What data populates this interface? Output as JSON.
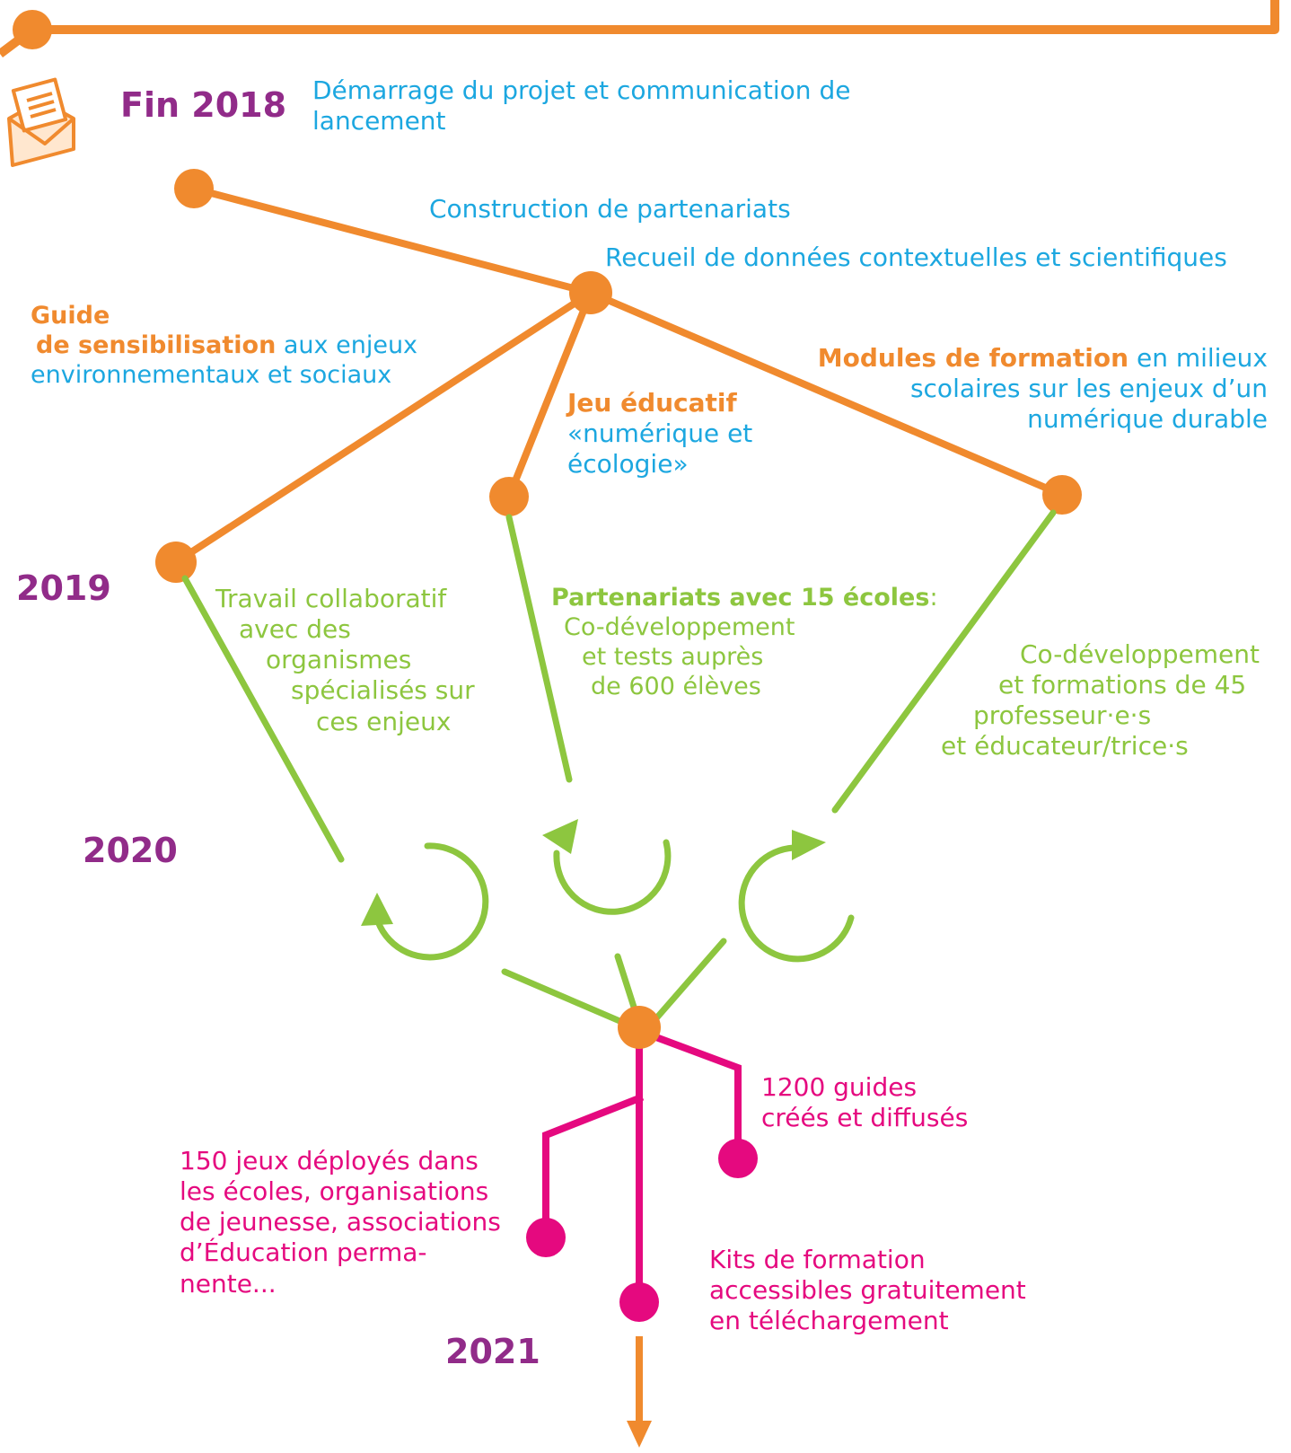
{
  "years": {
    "y2018": "Fin 2018",
    "y2019": "2019",
    "y2020": "2020",
    "y2021": "2021"
  },
  "phase1": {
    "start": "Démarrage du projet et communication de lancement",
    "partnerships": "Construction de partenariats",
    "data": "Recueil de données contextuelles et scientifiques"
  },
  "branches": {
    "guide_title": "Guide",
    "guide_title2": "de sensibilisation",
    "guide_rest": "aux enjeux",
    "guide_line3": "environnementaux et sociaux",
    "game_title": "Jeu éducatif",
    "game_line2": "«numérique et",
    "game_line3": "écologie»",
    "modules_title": "Modules de formation",
    "modules_rest": "en milieux",
    "modules_line2": "scolaires sur les enjeux d’un",
    "modules_line3": "numérique durable"
  },
  "phase2": {
    "collab": [
      "Travail collaboratif",
      "avec des",
      "organismes",
      "spécialisés sur",
      "ces enjeux"
    ],
    "schools_title": "Partenariats avec 15 écoles",
    "schools_colon": ":",
    "schools_lines": [
      "Co-développement",
      "et tests auprès",
      "de 600 élèves"
    ],
    "training": [
      "Co-développement",
      "et formations de 45",
      "professeur·e·s",
      "et éducateur/trice·s"
    ]
  },
  "results": {
    "guides": [
      "1200 guides",
      "créés et diffusés"
    ],
    "games": [
      "150 jeux déployés dans",
      "les écoles, organisations",
      "de jeunesse, associations",
      "d’Éducation perma-",
      "nente..."
    ],
    "kits": [
      "Kits de formation",
      "accessibles gratuitement",
      "en téléchargement"
    ]
  },
  "colors": {
    "orange": "#F08A2E",
    "green": "#8DC63F",
    "pink": "#E5097F",
    "purple": "#912B89",
    "blue": "#1CA7E0"
  },
  "icons": [
    "envelope-icon",
    "cycle-arrow-icon",
    "down-arrow-icon"
  ]
}
